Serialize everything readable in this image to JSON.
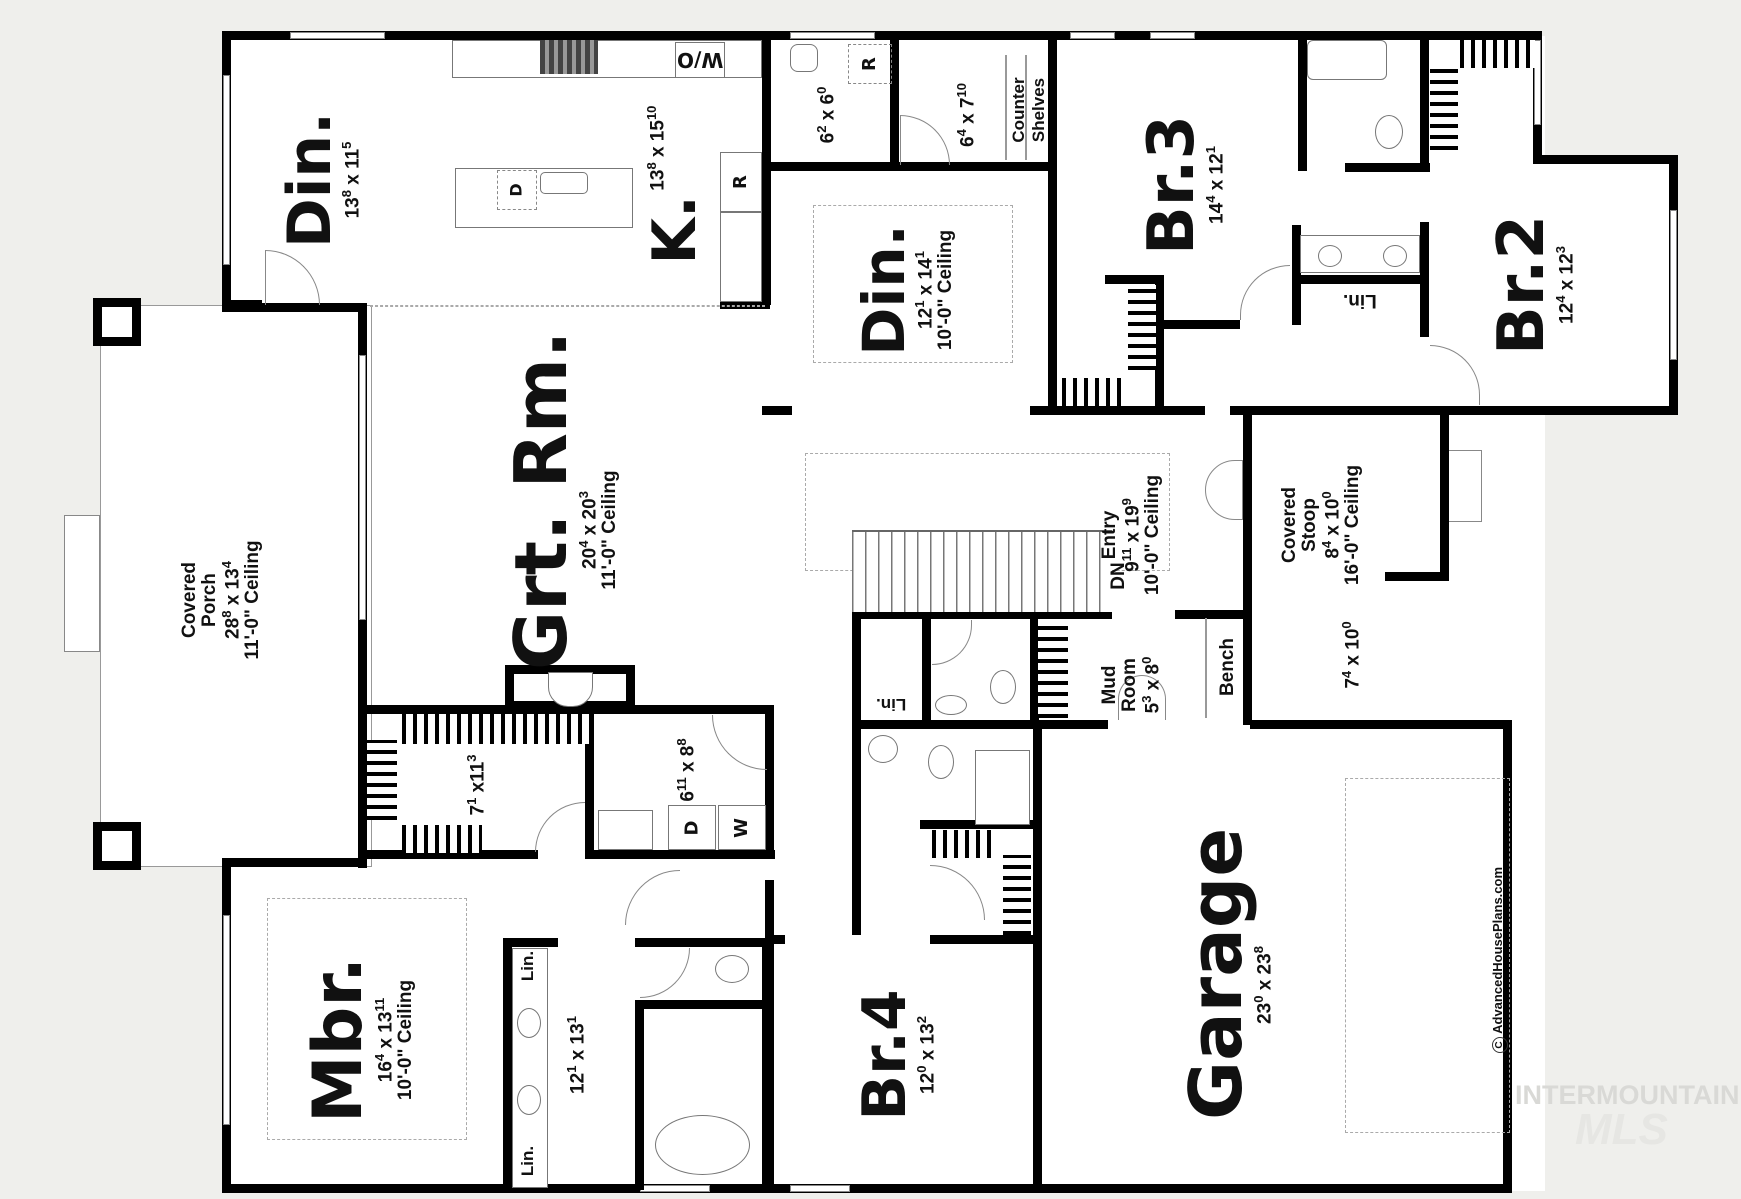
{
  "rooms": {
    "dining_1": {
      "name": "Din.",
      "dim_a": "13",
      "dim_a_sup": "8",
      "dim_b": "11",
      "dim_b_sup": "5"
    },
    "kitchen": {
      "name": "K.",
      "dim_a": "13",
      "dim_a_sup": "8",
      "dim_b": "15",
      "dim_b_sup": "10"
    },
    "wo_label": "W/O",
    "range_label": "R",
    "fridge_label": "R",
    "dishwasher_label": "D",
    "utility_6x6": {
      "dim_a": "6",
      "dim_a_sup": "2",
      "dim_b": "6",
      "dim_b_sup": "0"
    },
    "pantry": {
      "dim_a": "6",
      "dim_a_sup": "4",
      "dim_b": "7",
      "dim_b_sup": "10",
      "counter": "Counter",
      "shelves": "Shelves"
    },
    "dining_2": {
      "name": "Din.",
      "dim_a": "12",
      "dim_a_sup": "1",
      "dim_b": "14",
      "dim_b_sup": "1",
      "ceiling": "10'-0\" Ceiling"
    },
    "bedroom_3": {
      "name": "Br.3",
      "dim_a": "14",
      "dim_a_sup": "4",
      "dim_b": "12",
      "dim_b_sup": "1"
    },
    "bedroom_2": {
      "name": "Br.2",
      "dim_a": "12",
      "dim_a_sup": "4",
      "dim_b": "12",
      "dim_b_sup": "3"
    },
    "linen_br2": "Lin.",
    "great_room": {
      "name": "Grt. Rm.",
      "dim_a": "20",
      "dim_a_sup": "4",
      "dim_b": "20",
      "dim_b_sup": "3",
      "ceiling": "11'-0\" Ceiling"
    },
    "covered_porch": {
      "line1": "Covered",
      "line2": "Porch",
      "dim_a": "28",
      "dim_a_sup": "8",
      "dim_b": "13",
      "dim_b_sup": "4",
      "ceiling": "11'-0\" Ceiling"
    },
    "entry": {
      "name": "Entry",
      "dim_a": "9",
      "dim_a_sup": "11",
      "dim_b": "19",
      "dim_b_sup": "9",
      "ceiling": "10'-0\" Ceiling",
      "stair_label": "DN"
    },
    "covered_stoop": {
      "line1": "Covered",
      "line2": "Stoop",
      "dim_a": "8",
      "dim_a_sup": "4",
      "dim_b": "10",
      "dim_b_sup": "0",
      "ceiling": "16'-0\" Ceiling"
    },
    "side_area": {
      "dim_a": "7",
      "dim_a_sup": "4",
      "dim_b": "10",
      "dim_b_sup": "0"
    },
    "mud_room": {
      "line1": "Mud",
      "line2": "Room",
      "dim_a": "5",
      "dim_a_sup": "3",
      "dim_b": "8",
      "dim_b_sup": "0",
      "bench": "Bench"
    },
    "linen_hall": "Lin.",
    "walk_in_closet": {
      "dim_a": "7",
      "dim_a_sup": "1",
      "dim_b": "11",
      "dim_b_sup": "3"
    },
    "laundry": {
      "dim_a": "6",
      "dim_a_sup": "11",
      "dim_b": "8",
      "dim_b_sup": "8",
      "dryer": "D",
      "washer": "W"
    },
    "master_bedroom": {
      "name": "Mbr.",
      "dim_a": "16",
      "dim_a_sup": "4",
      "dim_b": "13",
      "dim_b_sup": "11",
      "ceiling": "10'-0\" Ceiling"
    },
    "master_bath": {
      "dim_a": "12",
      "dim_a_sup": "1",
      "dim_b": "13",
      "dim_b_sup": "1",
      "linen_top": "Lin.",
      "linen_bottom": "Lin."
    },
    "bedroom_4": {
      "name": "Br.4",
      "dim_a": "12",
      "dim_a_sup": "0",
      "dim_b": "13",
      "dim_b_sup": "2"
    },
    "garage": {
      "name": "Garage",
      "dim_a": "23",
      "dim_a_sup": "0",
      "dim_b": "23",
      "dim_b_sup": "8"
    }
  },
  "copyright": "AdvancedHousePlans.com",
  "copyright_symbol": "C",
  "watermark": {
    "line1": "INTERMOUNTAIN",
    "line2": "MLS"
  }
}
